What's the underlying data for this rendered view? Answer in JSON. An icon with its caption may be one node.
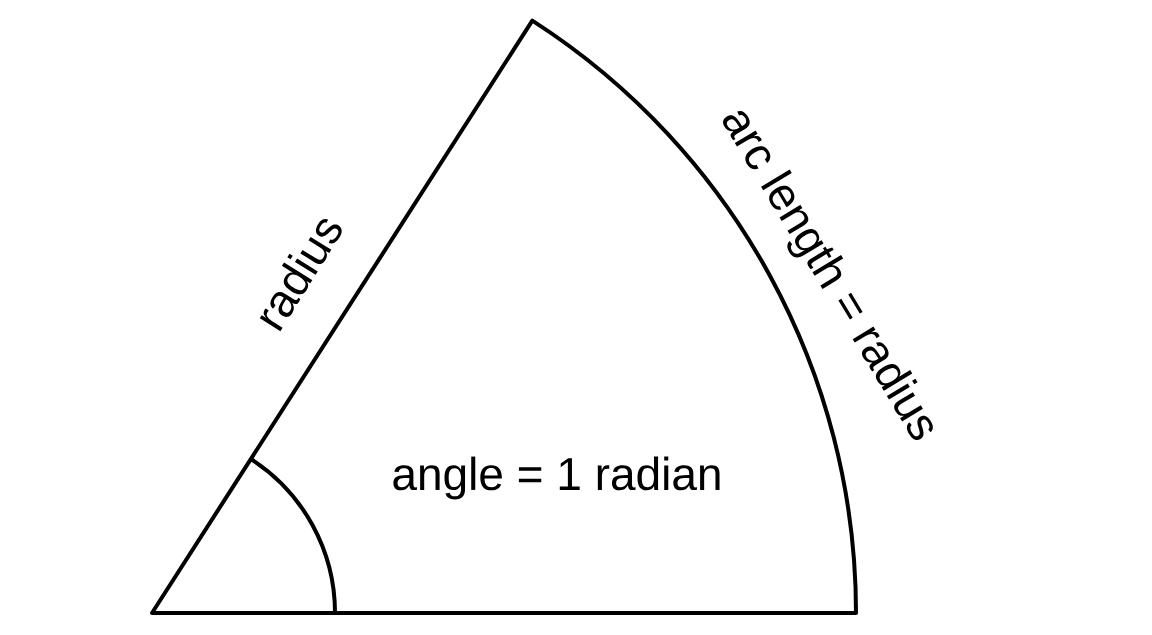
{
  "diagram": {
    "labels": [
      "radius",
      "arc length = radius",
      "angle = 1 radian"
    ]
  }
}
